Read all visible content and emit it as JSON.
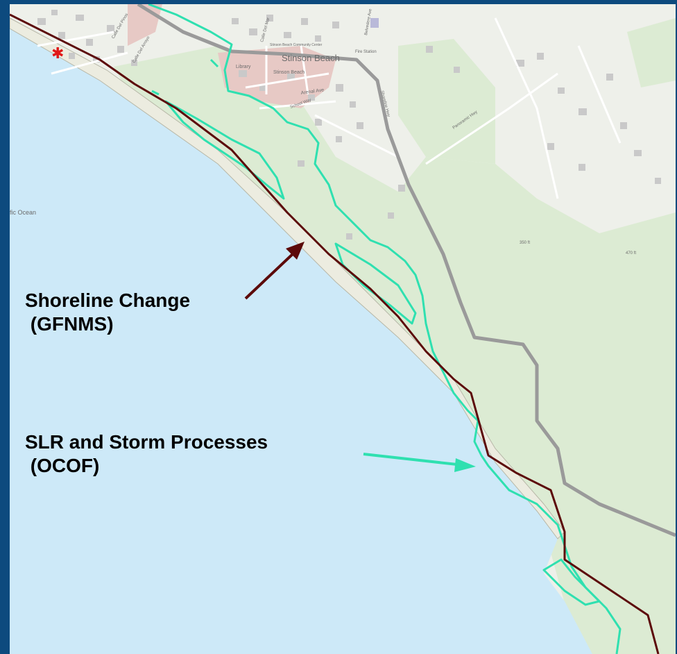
{
  "map": {
    "place_labels": {
      "stinson_beach": "Stinson Beach",
      "pacific_ocean": "fic Ocean",
      "library": "Library",
      "stinson_beach_lower": "Stinson Beach",
      "arenal_ave": "Arenal Ave",
      "calle_del_mar": "Calle Del Mar",
      "calle_del_pinos": "Calle Del Pinos",
      "calle_del_arroyo": "Calle Del Arroyo",
      "belvedere_ave": "Belvedere Ave",
      "school_way": "School Way",
      "shoreline_hwy": "Shoreline Hwy",
      "panoramic_hwy": "Panoramic Hwy",
      "elevation_350": "350 ft",
      "elevation_470": "470 ft",
      "fire_station": "Fire Station",
      "community_center": "Stinson Beach Community Center"
    },
    "colors": {
      "ocean": "#cde9f8",
      "land": "#eef0ea",
      "park": "#dcebd3",
      "town": "#e7c9c5",
      "road": "#9a9a9a",
      "shoreline_line": "#5c0a0a",
      "storm_line": "#2fe0b0",
      "frame": "#0d4a7e"
    }
  },
  "legend": {
    "shoreline_change": "Shoreline Change\n (GFNMS)",
    "slr_storm": "SLR and Storm Processes\n (OCOF)"
  }
}
